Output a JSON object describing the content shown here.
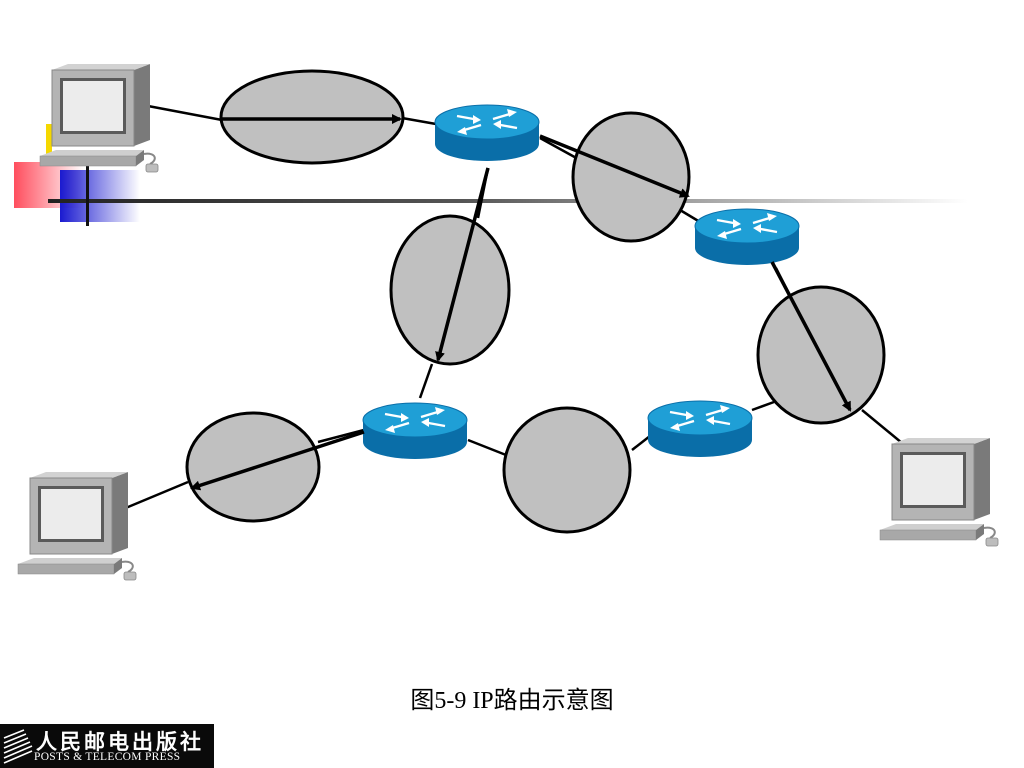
{
  "caption": "图5-9  IP路由示意图",
  "publisher": {
    "name_cn": "人民邮电出版社",
    "name_en": "POSTS & TELECOM PRESS"
  },
  "colors": {
    "network_fill": "#c0c0c0",
    "router_top": "#1f9fd6",
    "router_side": "#0a6ea8",
    "computer_body": "#b4b4b4",
    "screen": "#ececec",
    "accent_yellow": "#f5d800",
    "accent_red": "#ff5060",
    "accent_blue": "#2020c0"
  },
  "icons": [
    "computer-icon",
    "router-icon",
    "network-cloud",
    "route-arrow"
  ]
}
